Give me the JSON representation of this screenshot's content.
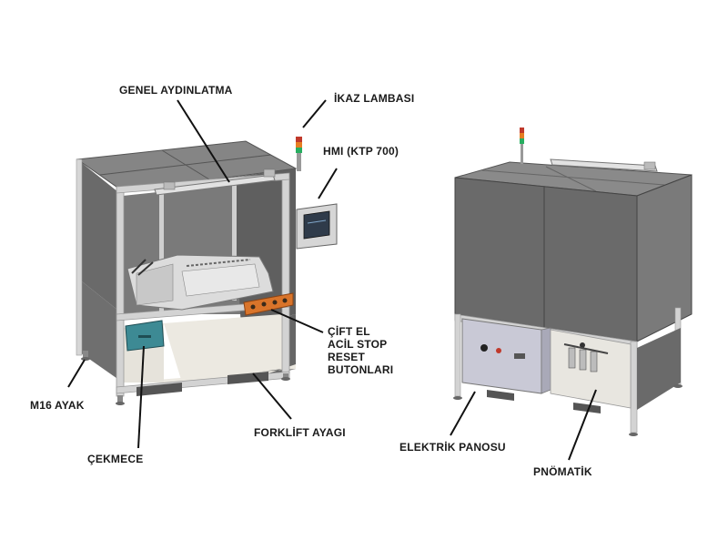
{
  "labels": {
    "genel_aydinlatma": "GENEL AYDINLATMA",
    "ikaz_lambasi": "İKAZ LAMBASI",
    "hmi": "HMI (KTP 700)",
    "cift_el_1": "ÇİFT EL",
    "cift_el_2": "ACİL STOP",
    "cift_el_3": "RESET",
    "cift_el_4": "BUTONLARI",
    "m16_ayak": "M16 AYAK",
    "forklift_ayagi": "FORKLİFT AYAGI",
    "cekmece": "ÇEKMECE",
    "elektrik_panosu": "ELEKTRİK PANOSU",
    "pnomatik": "PNÖMATİK"
  },
  "colors": {
    "panel_dark": "#6d6d6d",
    "panel_mid": "#7b7b7b",
    "frame": "#d3d3d3",
    "floor": "#ece9e1",
    "drawer": "#3d8a94",
    "button_panel": "#d9742a",
    "electric_box": "#c9c9d6",
    "stack_red": "#c0392b",
    "stack_orange": "#e67e22",
    "stack_green": "#27ae60"
  }
}
